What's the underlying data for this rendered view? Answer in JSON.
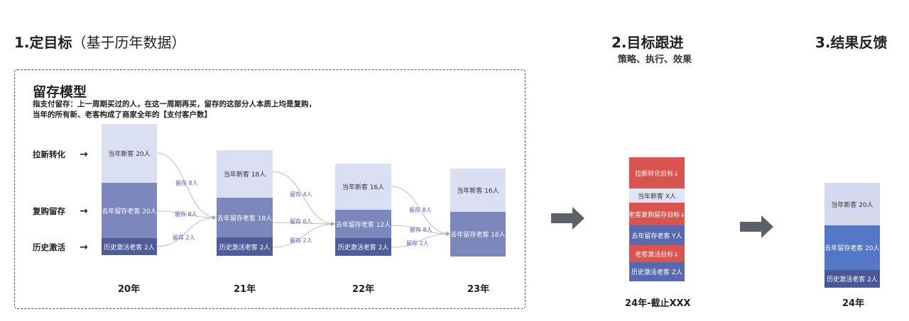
{
  "section1": {
    "title": "1.定目标",
    "title_suffix": "（基于历年数据）",
    "model_title": "留存模型",
    "desc_line1": "指支付留存：上一周期买过的人，在这一周期再买，留存的这部分人本质上均是复购，",
    "desc_line2": "当年的所有新、老客构成了商家全年的【支付客户数】",
    "row_labels": [
      "拉新转化",
      "复购留存",
      "历史激活"
    ],
    "row_arrow": "→",
    "years": [
      {
        "label": "20年",
        "segments": [
          "当年新客 20人",
          "去年留存老客 20人",
          "历史激活老客 2人"
        ]
      },
      {
        "label": "21年",
        "segments": [
          "当年新客 18人",
          "去年留存老客 18人",
          "历史激活老客 2人"
        ]
      },
      {
        "label": "22年",
        "segments": [
          "当年新客 16人",
          "去年留存老客 12人",
          "历史激活老客 2人"
        ]
      },
      {
        "label": "23年",
        "segments": [
          "当年新客 16人",
          "去年留存老客 18人"
        ]
      }
    ],
    "flows": [
      [
        "留存 8人",
        "留存 8人",
        "留存 2人"
      ],
      [
        "留存 4人",
        "留存 6人",
        "留存 2人"
      ],
      [
        "留存 8人",
        "留存 8人",
        "留存 2人"
      ]
    ]
  },
  "section2": {
    "title": "2.目标跟进",
    "subtitle": "策略、执行、效果",
    "segments": [
      "拉新转化目标↓",
      "当年新客 X人",
      "老客复购留存目标↓",
      "去年留存老客 Y人",
      "老客激活目标↓",
      "历史激活老客 Z人"
    ],
    "year_label": "24年-截止XXX"
  },
  "section3": {
    "title": "3.结果反馈",
    "segments": [
      "当年新客 20人",
      "去年留存老客 20人",
      "历史激活老客 2人"
    ],
    "year_label": "24年"
  },
  "colors": {
    "new_customer": "#dadff2",
    "retained": "#7c87bd",
    "reactivated": "#4f5c98",
    "target_red": "#d9534f",
    "arrow_gray": "#5b6168"
  }
}
